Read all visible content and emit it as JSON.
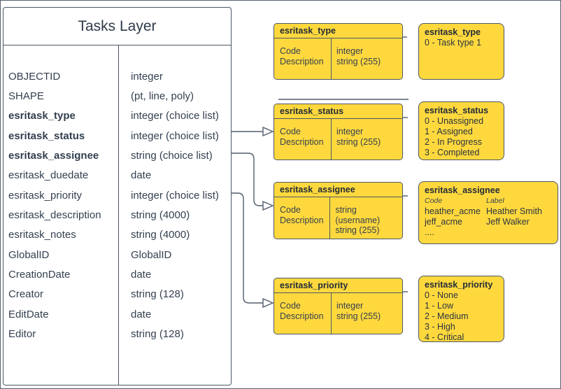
{
  "colors": {
    "node_fill": "#ffd83d",
    "line": "#4d5766",
    "text": "#333f4f",
    "background": "#ffffff"
  },
  "tasks_table": {
    "title": "Tasks Layer",
    "fields": [
      {
        "name": "OBJECTID",
        "type": "integer",
        "bold": false
      },
      {
        "name": "SHAPE",
        "type": "(pt, line, poly)",
        "bold": false
      },
      {
        "name": "esritask_type",
        "type": "integer (choice list)",
        "bold": true
      },
      {
        "name": "esritask_status",
        "type": "integer (choice list)",
        "bold": true
      },
      {
        "name": "esritask_assignee",
        "type": "string (choice list)",
        "bold": true
      },
      {
        "name": "esritask_duedate",
        "type": "date",
        "bold": false
      },
      {
        "name": "esritask_priority",
        "type": "integer (choice list)",
        "bold": false
      },
      {
        "name": "esritask_description",
        "type": "string (4000)",
        "bold": false
      },
      {
        "name": "esritask_notes",
        "type": "string (4000)",
        "bold": false
      },
      {
        "name": "GlobalID",
        "type": "GlobalID",
        "bold": false
      },
      {
        "name": "CreationDate",
        "type": "date",
        "bold": false
      },
      {
        "name": "Creator",
        "type": "string (128)",
        "bold": false
      },
      {
        "name": "EditDate",
        "type": "date",
        "bold": false
      },
      {
        "name": "Editor",
        "type": "string (128)",
        "bold": false
      }
    ]
  },
  "schema_boxes": [
    {
      "title": "esritask_type",
      "rows": [
        {
          "name": "Code",
          "type": "integer"
        },
        {
          "name": "Description",
          "type": "string (255)"
        }
      ]
    },
    {
      "title": "esritask_status",
      "rows": [
        {
          "name": "Code",
          "type": "integer"
        },
        {
          "name": "Description",
          "type": "string (255)"
        }
      ]
    },
    {
      "title": "esritask_assignee",
      "rows": [
        {
          "name": "Code",
          "type": "string (username)"
        },
        {
          "name": "Description",
          "type": "string (255)"
        }
      ]
    },
    {
      "title": "esritask_priority",
      "rows": [
        {
          "name": "Code",
          "type": "integer"
        },
        {
          "name": "Description",
          "type": "string (255)"
        }
      ]
    }
  ],
  "legend_boxes": [
    {
      "title": "esritask_type",
      "lines": [
        "0 - Task type 1"
      ]
    },
    {
      "title": "esritask_status",
      "lines": [
        "0 - Unassigned",
        "1 - Assigned",
        "2 - In Progress",
        "3 - Completed"
      ]
    },
    {
      "title": "esritask_assignee",
      "code_header": "Code",
      "label_header": "Label",
      "entries": [
        {
          "code": "heather_acme",
          "label": "Heather Smith"
        },
        {
          "code": "jeff_acme",
          "label": "Jeff Walker"
        }
      ],
      "more": "...."
    },
    {
      "title": "esritask_priority",
      "lines": [
        "0 - None",
        "1 - Low",
        "2 - Medium",
        "3 - High",
        "4 - Critical"
      ]
    }
  ]
}
